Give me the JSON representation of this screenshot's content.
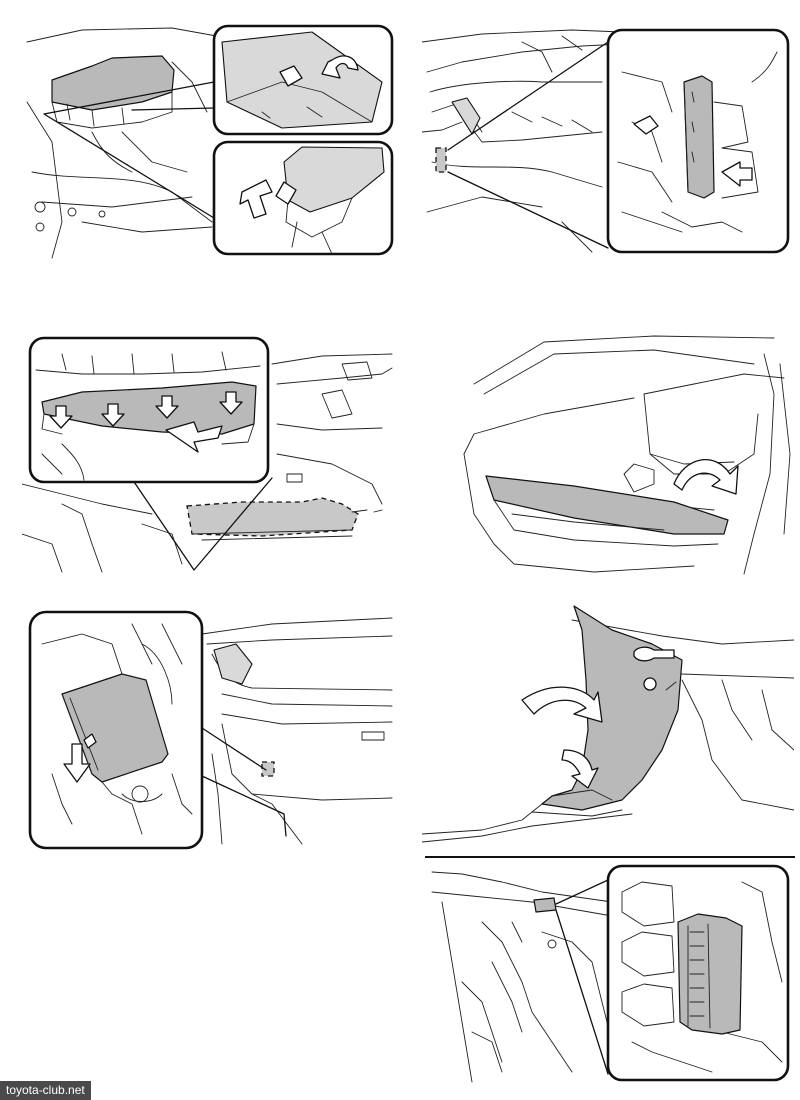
{
  "page": {
    "panels": [
      {
        "id": 1,
        "description_icon": "fuse-box-cover-clip-removal"
      },
      {
        "id": 2,
        "description_icon": "junction-box-pull-out"
      },
      {
        "id": 3,
        "description_icon": "glove-box-lower-cover-clips"
      },
      {
        "id": 4,
        "description_icon": "door-sill-scuff-plate-lift"
      },
      {
        "id": 5,
        "description_icon": "passenger-side-relay-cover"
      },
      {
        "id": 6,
        "description_icon": "kick-panel-trim-removal"
      },
      {
        "id": 7,
        "description_icon": "relay-block-location"
      }
    ],
    "colors": {
      "line": "#111111",
      "shade": "#b9b9b9",
      "background": "#ffffff",
      "watermark_bg": "#4a4a4a"
    }
  },
  "watermark": {
    "text": "toyota-club.net"
  }
}
